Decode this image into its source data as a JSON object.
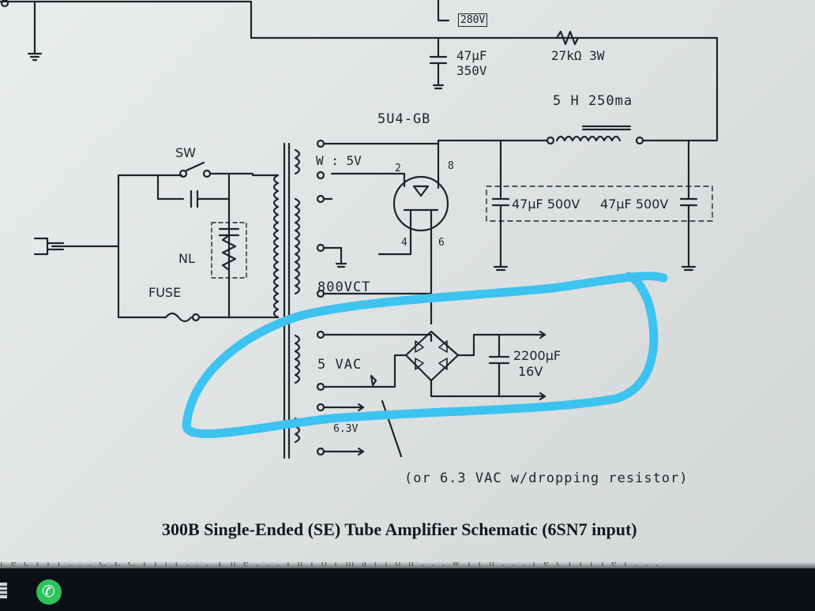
{
  "labels": {
    "v280": "280V",
    "c1_value": "47µF",
    "c1_voltage": "350V",
    "r1": "27kΩ 3W",
    "choke": "5 H 250ma",
    "tube": "5U4-GB",
    "pin2": "2",
    "pin8": "8",
    "pin4": "4",
    "pin6": "6",
    "sw": "SW",
    "winding5v": "W : 5V",
    "c2": "47µF 500V",
    "c3": "47µF 500V",
    "nl": "NL",
    "fuse": "FUSE",
    "ct": "800VCT",
    "vac5": "5 VAC",
    "c4_value": "2200µF",
    "c4_voltage": "16V",
    "v63": "6.3V"
  },
  "note": "(or 6.3 VAC w/dropping resistor)",
  "caption": "300B Single-Ended (SE) Tube Amplifier Schematic (6SN7 input)",
  "bleed_text": "r e c t i f . . . C L C f i l t . . . T h e . . . i n f o r m a t i o n . . . w i t h . . . r e c t i f i e r . . .",
  "colors": {
    "ink": "#1f2428",
    "highlight": "#3cc3ef",
    "taskbar": "#0c0f13",
    "whatsapp": "#2dc25e"
  },
  "icons": [
    "taskbar-app-icon",
    "whatsapp-icon"
  ]
}
